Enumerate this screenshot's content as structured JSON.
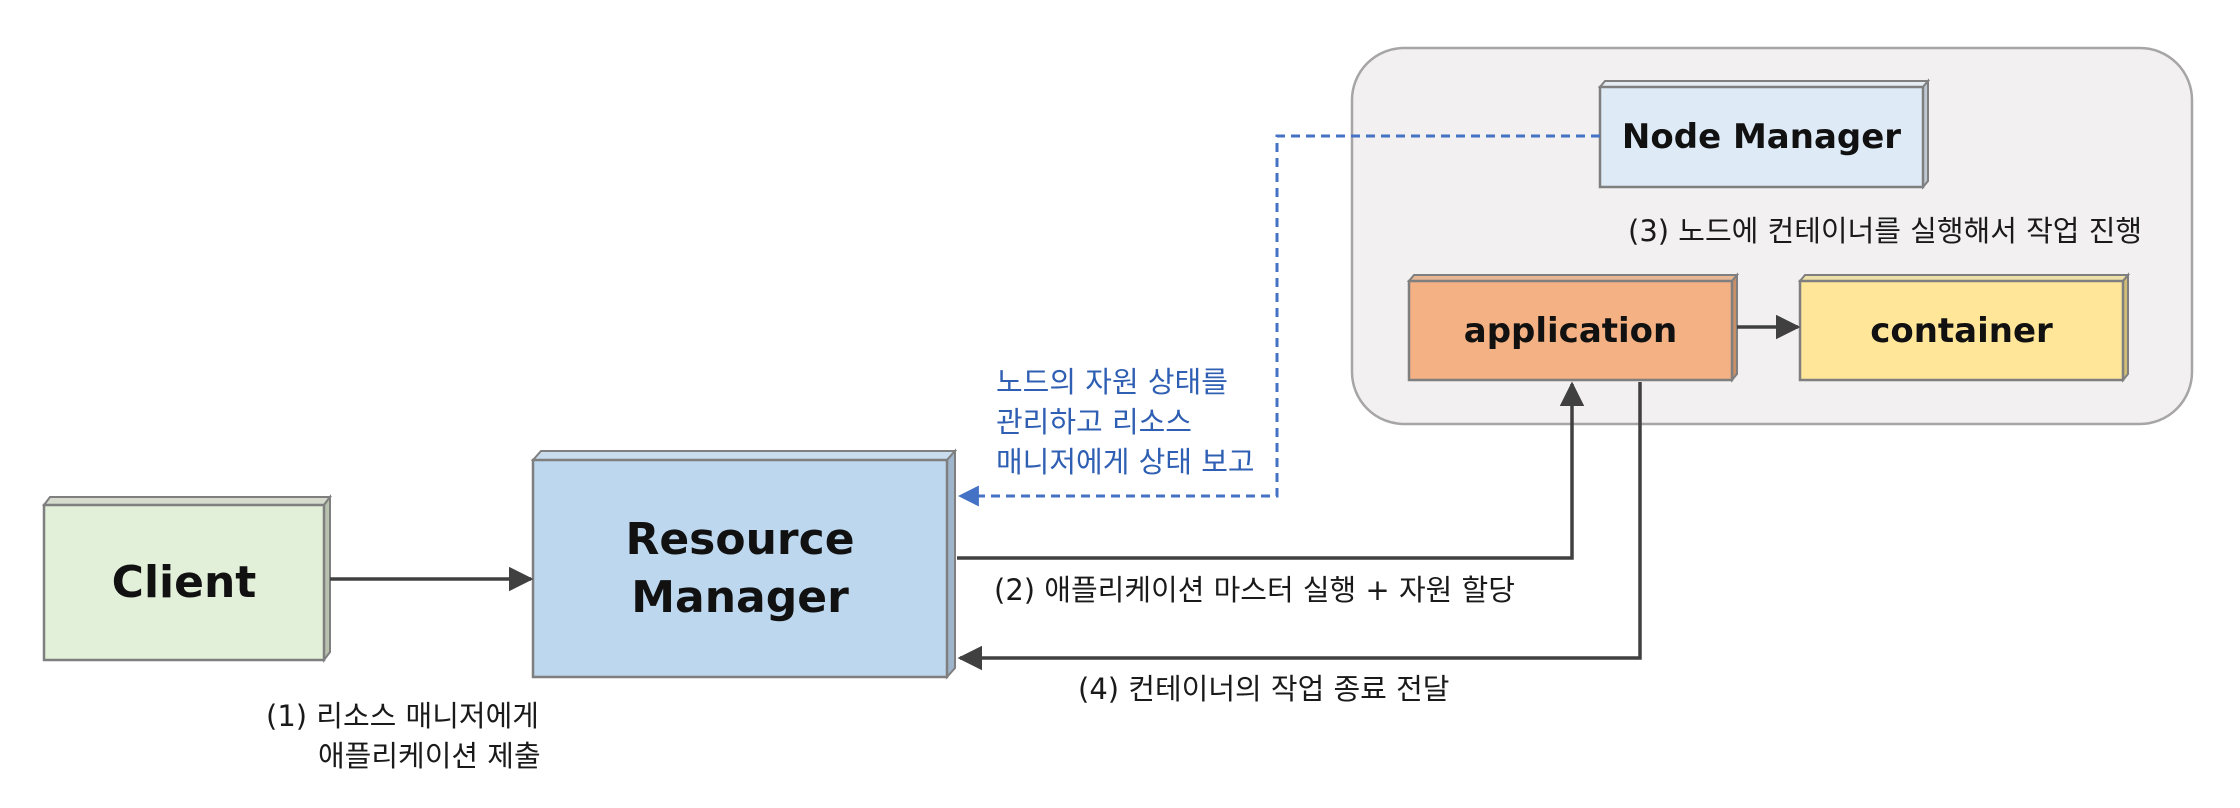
{
  "nodes": {
    "client": "Client",
    "resource_manager": "Resource\nManager",
    "node_manager": "Node Manager",
    "application": "application",
    "container": "container"
  },
  "annotations": {
    "step1": [
      "(1)  리소스 매니저에게",
      "애플리케이션 제출"
    ],
    "step2": "(2) 애플리케이션 마스터 실행 + 자원 할당",
    "step3": "(3) 노드에 컨테이너를 실행해서 작업 진행",
    "step4": "(4) 컨테이너의 작업 종료 전달",
    "node_report": [
      "노드의 자원 상태를",
      "관리하고 리소스",
      "매니저에게 상태 보고"
    ]
  },
  "colors": {
    "client_fill": "#e2efd9",
    "resource_manager_fill": "#bdd7ee",
    "node_manager_fill": "#deebf7",
    "application_fill": "#f4b183",
    "container_fill": "#ffe699",
    "node_group_fill": "#f2f0f0",
    "report_line": "#4472c4",
    "arrow": "#404040"
  }
}
